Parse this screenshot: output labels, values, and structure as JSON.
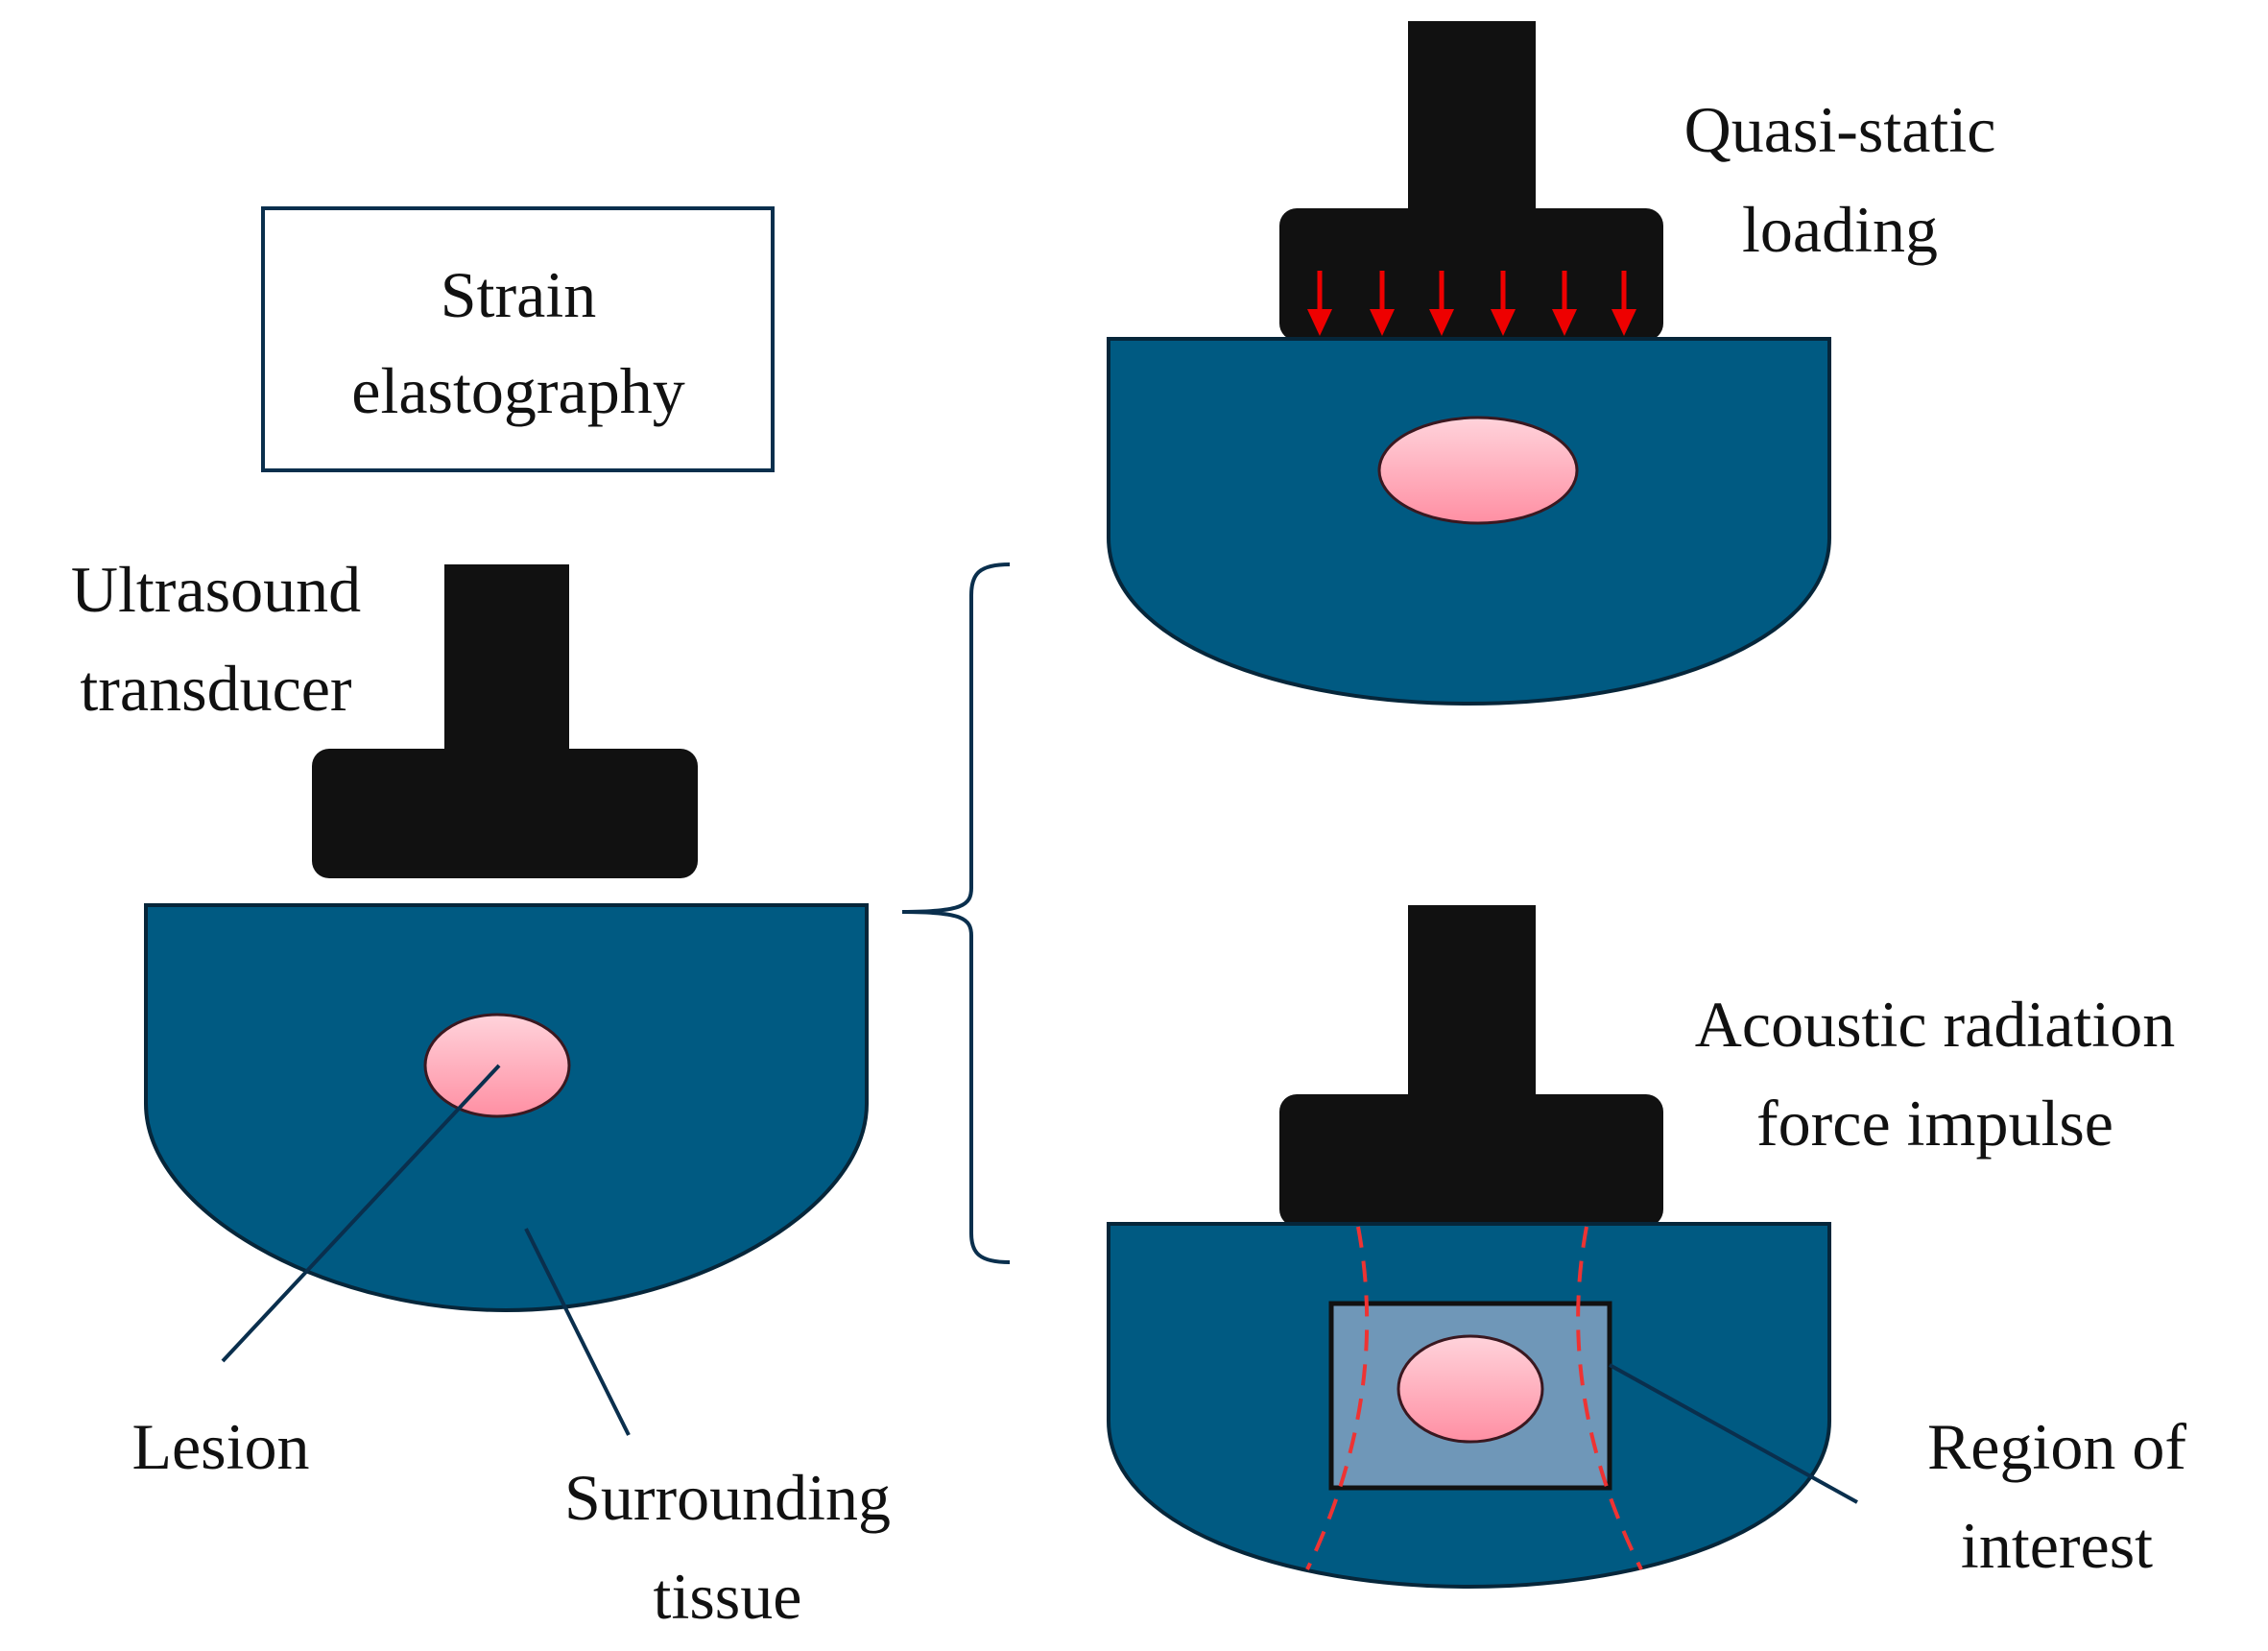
{
  "title_box": {
    "lines": [
      "Strain",
      "elastography"
    ]
  },
  "labels": {
    "transducer": [
      "Ultrasound",
      "transducer"
    ],
    "lesion": [
      "Lesion"
    ],
    "tissue": [
      "Surrounding",
      "tissue"
    ],
    "quasi_static": [
      "Quasi-static",
      "loading"
    ],
    "arfi": [
      "Acoustic radiation",
      "force impulse"
    ],
    "roi": [
      "Region of",
      "interest"
    ]
  },
  "colors": {
    "tissue": "#005a82",
    "tissue_outline": "#06263a",
    "transducer": "#111111",
    "lesion_top": "#ffd3db",
    "lesion_bottom": "#ff8fa3",
    "arrow": "#ee0000",
    "roi_fill": "#6f97b8",
    "beam": "#ee3333",
    "leader": "#0a2f4d",
    "box_border": "#0a2f4d"
  },
  "icons": {
    "transducer": "transducer-probe-icon",
    "lesion": "lesion-ellipse-icon",
    "arrow": "down-arrow-icon"
  }
}
